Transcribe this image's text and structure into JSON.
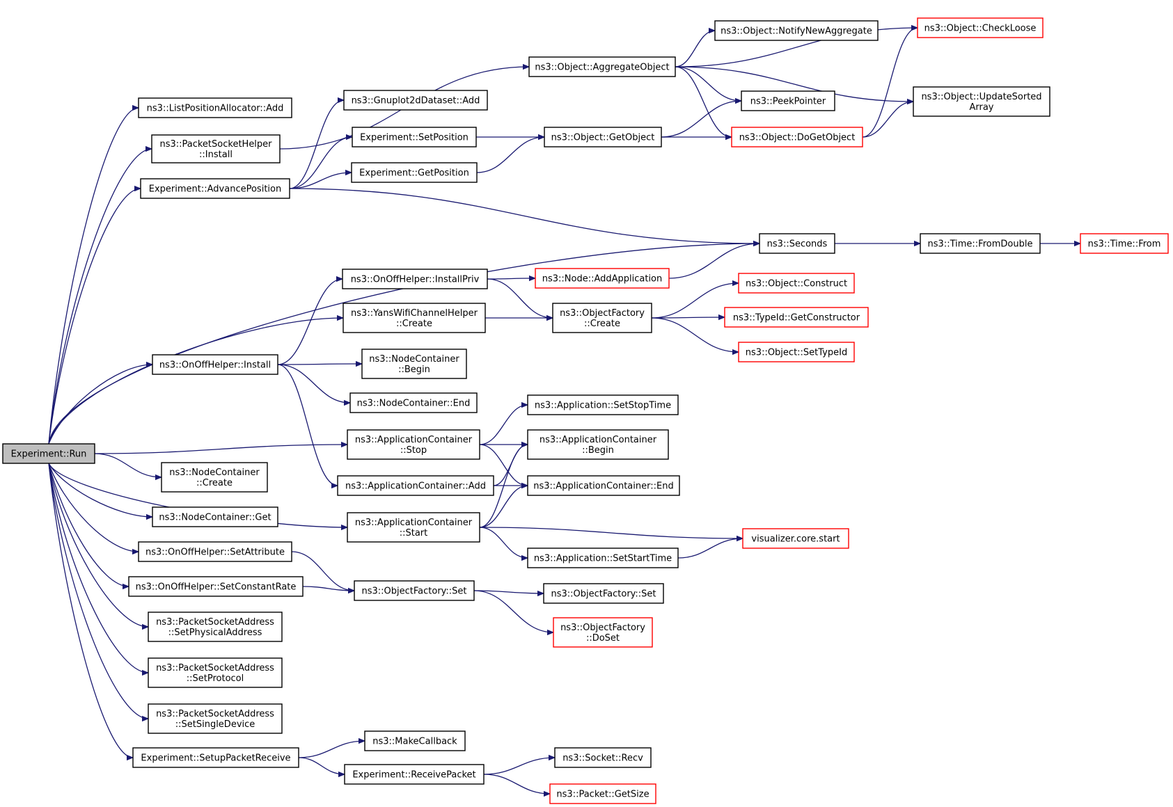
{
  "diagram": {
    "type": "call-graph",
    "colors": {
      "edge": "#191970",
      "box_border": "#000000",
      "box_border_external": "#ff0000",
      "root_fill": "#bfbfbf",
      "background": "#ffffff"
    },
    "nodes": [
      {
        "id": "run",
        "lines": [
          "Experiment::Run"
        ],
        "style": "root"
      },
      {
        "id": "listpos_add",
        "lines": [
          "ns3::ListPositionAllocator::Add"
        ],
        "style": "normal"
      },
      {
        "id": "psh_install",
        "lines": [
          "ns3::PacketSocketHelper",
          "::Install"
        ],
        "style": "normal"
      },
      {
        "id": "advance",
        "lines": [
          "Experiment::AdvancePosition"
        ],
        "style": "normal"
      },
      {
        "id": "gnuplot_add",
        "lines": [
          "ns3::Gnuplot2dDataset::Add"
        ],
        "style": "normal"
      },
      {
        "id": "setpos",
        "lines": [
          "Experiment::SetPosition"
        ],
        "style": "normal"
      },
      {
        "id": "getpos",
        "lines": [
          "Experiment::GetPosition"
        ],
        "style": "normal"
      },
      {
        "id": "aggregate",
        "lines": [
          "ns3::Object::AggregateObject"
        ],
        "style": "normal"
      },
      {
        "id": "notify",
        "lines": [
          "ns3::Object::NotifyNewAggregate"
        ],
        "style": "normal"
      },
      {
        "id": "checkloose",
        "lines": [
          "ns3::Object::CheckLoose"
        ],
        "style": "external"
      },
      {
        "id": "peek",
        "lines": [
          "ns3::PeekPointer"
        ],
        "style": "normal"
      },
      {
        "id": "updatesorted",
        "lines": [
          "ns3::Object::UpdateSorted",
          "Array"
        ],
        "style": "normal"
      },
      {
        "id": "getobject",
        "lines": [
          "ns3::Object::GetObject"
        ],
        "style": "normal"
      },
      {
        "id": "dogetobject",
        "lines": [
          "ns3::Object::DoGetObject"
        ],
        "style": "external"
      },
      {
        "id": "seconds",
        "lines": [
          "ns3::Seconds"
        ],
        "style": "normal"
      },
      {
        "id": "fromdouble",
        "lines": [
          "ns3::Time::FromDouble"
        ],
        "style": "normal"
      },
      {
        "id": "timefrom",
        "lines": [
          "ns3::Time::From"
        ],
        "style": "external"
      },
      {
        "id": "installpriv",
        "lines": [
          "ns3::OnOffHelper::InstallPriv"
        ],
        "style": "normal"
      },
      {
        "id": "addapp",
        "lines": [
          "ns3::Node::AddApplication"
        ],
        "style": "external"
      },
      {
        "id": "yans",
        "lines": [
          "ns3::YansWifiChannelHelper",
          "::Create"
        ],
        "style": "normal"
      },
      {
        "id": "of_create",
        "lines": [
          "ns3::ObjectFactory",
          "::Create"
        ],
        "style": "normal"
      },
      {
        "id": "construct",
        "lines": [
          "ns3::Object::Construct"
        ],
        "style": "external"
      },
      {
        "id": "getctor",
        "lines": [
          "ns3::TypeId::GetConstructor"
        ],
        "style": "external"
      },
      {
        "id": "settypeid",
        "lines": [
          "ns3::Object::SetTypeId"
        ],
        "style": "external"
      },
      {
        "id": "onoff_install",
        "lines": [
          "ns3::OnOffHelper::Install"
        ],
        "style": "normal"
      },
      {
        "id": "nc_begin",
        "lines": [
          "ns3::NodeContainer",
          "::Begin"
        ],
        "style": "normal"
      },
      {
        "id": "nc_end",
        "lines": [
          "ns3::NodeContainer::End"
        ],
        "style": "normal"
      },
      {
        "id": "setstoptime",
        "lines": [
          "ns3::Application::SetStopTime"
        ],
        "style": "normal"
      },
      {
        "id": "ac_stop",
        "lines": [
          "ns3::ApplicationContainer",
          "::Stop"
        ],
        "style": "normal"
      },
      {
        "id": "ac_begin",
        "lines": [
          "ns3::ApplicationContainer",
          "::Begin"
        ],
        "style": "normal"
      },
      {
        "id": "ac_add",
        "lines": [
          "ns3::ApplicationContainer::Add"
        ],
        "style": "normal"
      },
      {
        "id": "ac_end",
        "lines": [
          "ns3::ApplicationContainer::End"
        ],
        "style": "normal"
      },
      {
        "id": "ac_start",
        "lines": [
          "ns3::ApplicationContainer",
          "::Start"
        ],
        "style": "normal"
      },
      {
        "id": "vis_start",
        "lines": [
          "visualizer.core.start"
        ],
        "style": "external"
      },
      {
        "id": "setstarttime",
        "lines": [
          "ns3::Application::SetStartTime"
        ],
        "style": "normal"
      },
      {
        "id": "nc_create",
        "lines": [
          "ns3::NodeContainer",
          "::Create"
        ],
        "style": "normal"
      },
      {
        "id": "nc_get",
        "lines": [
          "ns3::NodeContainer::Get"
        ],
        "style": "normal"
      },
      {
        "id": "setattr",
        "lines": [
          "ns3::OnOffHelper::SetAttribute"
        ],
        "style": "normal"
      },
      {
        "id": "setrate",
        "lines": [
          "ns3::OnOffHelper::SetConstantRate"
        ],
        "style": "normal"
      },
      {
        "id": "of_set1",
        "lines": [
          "ns3::ObjectFactory::Set"
        ],
        "style": "normal"
      },
      {
        "id": "of_set2",
        "lines": [
          "ns3::ObjectFactory::Set"
        ],
        "style": "normal"
      },
      {
        "id": "of_doset",
        "lines": [
          "ns3::ObjectFactory",
          "::DoSet"
        ],
        "style": "external"
      },
      {
        "id": "psa_phys",
        "lines": [
          "ns3::PacketSocketAddress",
          "::SetPhysicalAddress"
        ],
        "style": "normal"
      },
      {
        "id": "psa_proto",
        "lines": [
          "ns3::PacketSocketAddress",
          "::SetProtocol"
        ],
        "style": "normal"
      },
      {
        "id": "psa_single",
        "lines": [
          "ns3::PacketSocketAddress",
          "::SetSingleDevice"
        ],
        "style": "normal"
      },
      {
        "id": "setup_recv",
        "lines": [
          "Experiment::SetupPacketReceive"
        ],
        "style": "normal"
      },
      {
        "id": "makecallback",
        "lines": [
          "ns3::MakeCallback"
        ],
        "style": "normal"
      },
      {
        "id": "recv_packet",
        "lines": [
          "Experiment::ReceivePacket"
        ],
        "style": "normal"
      },
      {
        "id": "socket_recv",
        "lines": [
          "ns3::Socket::Recv"
        ],
        "style": "normal"
      },
      {
        "id": "getsize",
        "lines": [
          "ns3::Packet::GetSize"
        ],
        "style": "external"
      }
    ],
    "edges": [
      [
        "run",
        "listpos_add"
      ],
      [
        "run",
        "psh_install"
      ],
      [
        "run",
        "advance"
      ],
      [
        "run",
        "seconds"
      ],
      [
        "run",
        "yans"
      ],
      [
        "run",
        "onoff_install"
      ],
      [
        "run",
        "ac_stop"
      ],
      [
        "run",
        "ac_start"
      ],
      [
        "run",
        "nc_create"
      ],
      [
        "run",
        "nc_get"
      ],
      [
        "run",
        "setattr"
      ],
      [
        "run",
        "setrate"
      ],
      [
        "run",
        "psa_phys"
      ],
      [
        "run",
        "psa_proto"
      ],
      [
        "run",
        "psa_single"
      ],
      [
        "run",
        "setup_recv"
      ],
      [
        "psh_install",
        "aggregate"
      ],
      [
        "advance",
        "gnuplot_add"
      ],
      [
        "advance",
        "setpos"
      ],
      [
        "advance",
        "getpos"
      ],
      [
        "advance",
        "seconds"
      ],
      [
        "setpos",
        "getobject"
      ],
      [
        "getpos",
        "getobject"
      ],
      [
        "aggregate",
        "notify"
      ],
      [
        "aggregate",
        "checkloose"
      ],
      [
        "aggregate",
        "peek"
      ],
      [
        "aggregate",
        "updatesorted"
      ],
      [
        "aggregate",
        "dogetobject"
      ],
      [
        "getobject",
        "peek"
      ],
      [
        "getobject",
        "dogetobject"
      ],
      [
        "dogetobject",
        "checkloose"
      ],
      [
        "dogetobject",
        "updatesorted"
      ],
      [
        "seconds",
        "fromdouble"
      ],
      [
        "fromdouble",
        "timefrom"
      ],
      [
        "installpriv",
        "addapp"
      ],
      [
        "installpriv",
        "of_create"
      ],
      [
        "addapp",
        "seconds"
      ],
      [
        "yans",
        "of_create"
      ],
      [
        "of_create",
        "construct"
      ],
      [
        "of_create",
        "getctor"
      ],
      [
        "of_create",
        "settypeid"
      ],
      [
        "onoff_install",
        "installpriv"
      ],
      [
        "onoff_install",
        "nc_begin"
      ],
      [
        "onoff_install",
        "nc_end"
      ],
      [
        "onoff_install",
        "ac_add"
      ],
      [
        "ac_stop",
        "setstoptime"
      ],
      [
        "ac_stop",
        "ac_begin"
      ],
      [
        "ac_stop",
        "ac_end"
      ],
      [
        "ac_add",
        "ac_begin"
      ],
      [
        "ac_add",
        "ac_end"
      ],
      [
        "ac_start",
        "ac_begin"
      ],
      [
        "ac_start",
        "ac_end"
      ],
      [
        "ac_start",
        "vis_start"
      ],
      [
        "ac_start",
        "setstarttime"
      ],
      [
        "setstarttime",
        "vis_start"
      ],
      [
        "setattr",
        "of_set1"
      ],
      [
        "setrate",
        "of_set1"
      ],
      [
        "of_set1",
        "of_set2"
      ],
      [
        "of_set1",
        "of_doset"
      ],
      [
        "setup_recv",
        "makecallback"
      ],
      [
        "setup_recv",
        "recv_packet"
      ],
      [
        "recv_packet",
        "socket_recv"
      ],
      [
        "recv_packet",
        "getsize"
      ]
    ]
  }
}
